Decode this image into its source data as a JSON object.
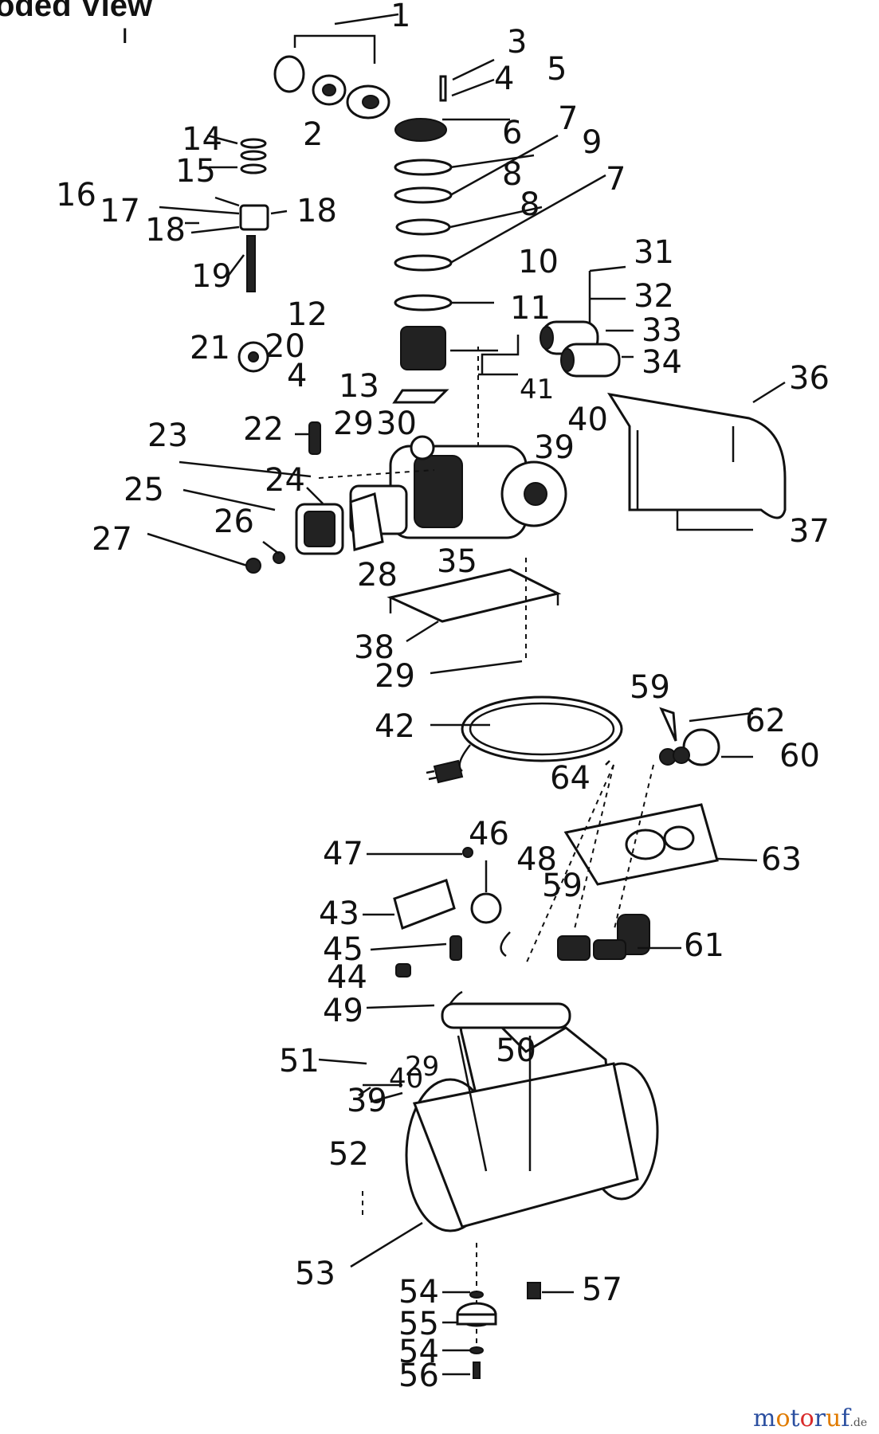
{
  "title": "oded View",
  "watermark": {
    "brand": "motoruf",
    "suffix": ".de",
    "colors": {
      "m": "#2b4fa0",
      "o1": "#e07b00",
      "t": "#2b4fa0",
      "o2": "#d92b2b",
      "r": "#2b4fa0",
      "u": "#e07b00",
      "f": "#2b4fa0",
      "suffix": "#555555"
    }
  },
  "callouts": {
    "c1": "1",
    "c2": "2",
    "c3": "3",
    "c4a": "4",
    "c5": "5",
    "c6": "6",
    "c7a": "7",
    "c8a": "8",
    "c9": "9",
    "c8b": "8",
    "c7b": "7",
    "c10": "10",
    "c11": "11",
    "c12": "12",
    "c13": "13",
    "c14": "14",
    "c15": "15",
    "c16": "16",
    "c17": "17",
    "c18a": "18",
    "c18b": "18",
    "c19": "19",
    "c20": "20",
    "c21": "21",
    "c4b": "4",
    "c22": "22",
    "c23": "23",
    "c24": "24",
    "c25": "25",
    "c26": "26",
    "c27": "27",
    "c28": "28",
    "c29a": "29",
    "c30": "30",
    "c31": "31",
    "c32": "32",
    "c33": "33",
    "c34": "34",
    "c35": "35",
    "c36": "36",
    "c37": "37",
    "c38": "38",
    "c29b": "29",
    "c39a": "39",
    "c40a": "40",
    "c41": "41",
    "c42": "42",
    "c59a": "59",
    "c62": "62",
    "c60": "60",
    "c64": "64",
    "c63": "63",
    "c46": "46",
    "c47": "47",
    "c48": "48",
    "c43": "43",
    "c59b": "59",
    "c45": "45",
    "c44": "44",
    "c61": "61",
    "c49": "49",
    "c50": "50",
    "c51": "51",
    "c40b": "40",
    "c29c": "29",
    "c39b": "39",
    "c52": "52",
    "c53": "53",
    "c54a": "54",
    "c55": "55",
    "c54b": "54",
    "c56": "56",
    "c57": "57"
  },
  "icons": [
    "plug-icon",
    "pressure-gauge-icon",
    "tank-icon",
    "motor-icon",
    "rubber-foot-icon"
  ]
}
